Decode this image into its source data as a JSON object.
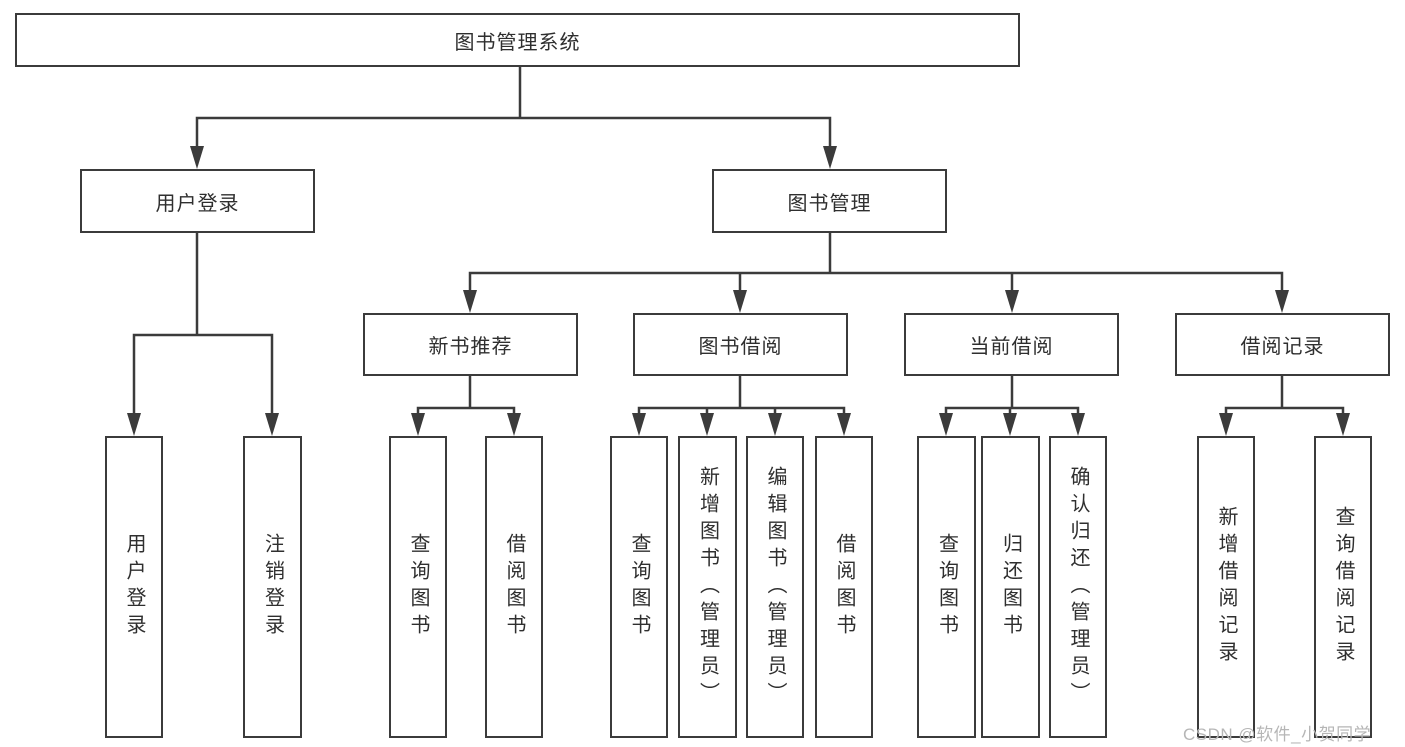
{
  "diagram_title": "图书管理系统",
  "colors": {
    "line": "#3b3b3b",
    "box_border": "#3b3b3b",
    "text": "#2f2f2f",
    "background": "#ffffff",
    "watermark": "#b6b6b6"
  },
  "tree": {
    "root": {
      "label": "图书管理系统"
    },
    "branches": [
      {
        "label": "用户登录",
        "children": [
          {
            "label": "用户登录"
          },
          {
            "label": "注销登录"
          }
        ]
      },
      {
        "label": "图书管理",
        "children": [
          {
            "label": "新书推荐",
            "children": [
              {
                "label": "查询图书"
              },
              {
                "label": "借阅图书"
              }
            ]
          },
          {
            "label": "图书借阅",
            "children": [
              {
                "label": "查询图书"
              },
              {
                "label": "新增图书（管理员）"
              },
              {
                "label": "编辑图书（管理员）"
              },
              {
                "label": "借阅图书"
              }
            ]
          },
          {
            "label": "当前借阅",
            "children": [
              {
                "label": "查询图书"
              },
              {
                "label": "归还图书"
              },
              {
                "label": "确认归还（管理员）"
              }
            ]
          },
          {
            "label": "借阅记录",
            "children": [
              {
                "label": "新增借阅记录"
              },
              {
                "label": "查询借阅记录"
              }
            ]
          }
        ]
      }
    ]
  },
  "watermark": "CSDN @软件_小贺同学"
}
